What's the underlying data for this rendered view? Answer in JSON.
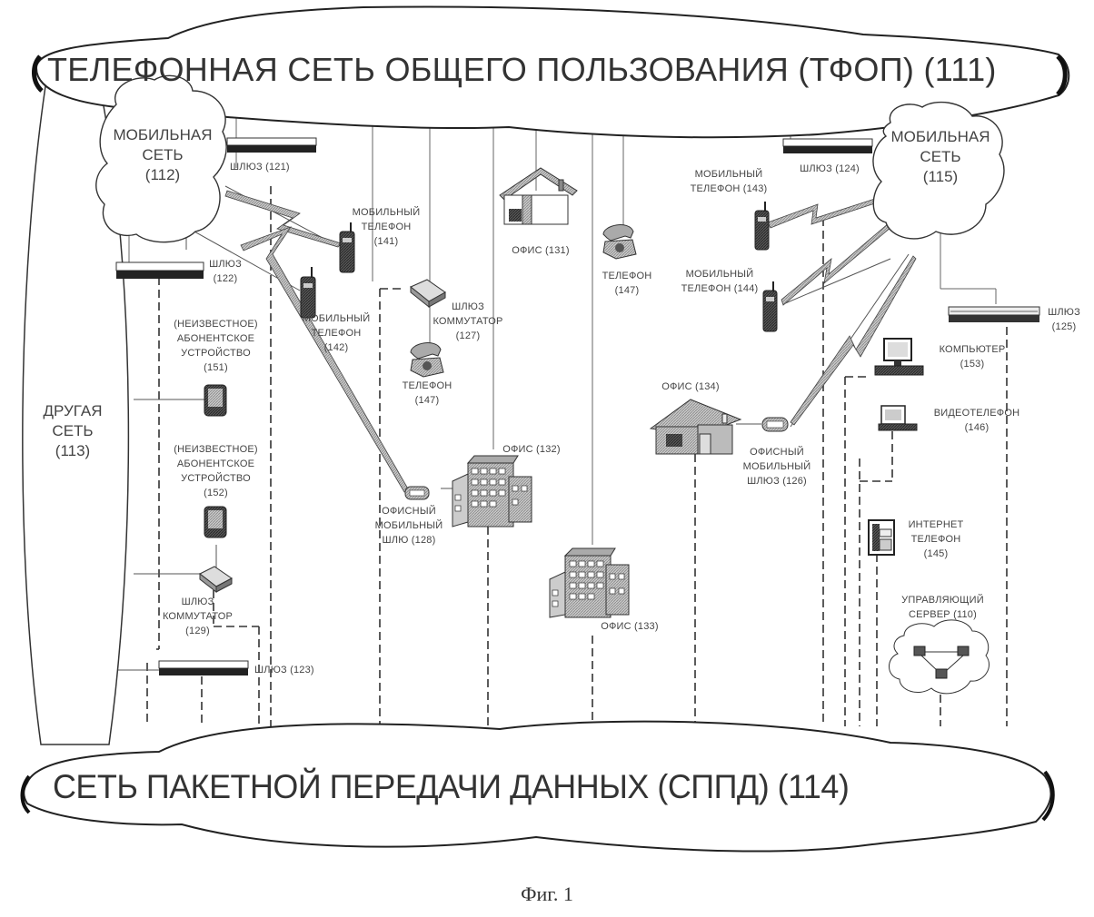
{
  "figure": {
    "caption": "Фиг. 1",
    "networks": {
      "pstn": "ТЕЛЕФОННАЯ СЕТЬ ОБЩЕГО ПОЛЬЗОВАНИЯ (ТФОП) (111)",
      "pdn": "СЕТЬ ПАКЕТНОЙ ПЕРЕДАЧИ ДАННЫХ (СППД) (114)",
      "mobile_112": "МОБИЛЬНАЯ\nСЕТЬ\n(112)",
      "mobile_115": "МОБИЛЬНАЯ\nСЕТЬ\n(115)",
      "other_113": "ДРУГАЯ\nСЕТЬ\n(113)"
    },
    "gateways": {
      "g121": "ШЛЮЗ (121)",
      "g122": "ШЛЮЗ\n(122)",
      "g123": "ШЛЮЗ (123)",
      "g124": "ШЛЮЗ (124)",
      "g125": "ШЛЮЗ\n(125)",
      "g126": "ОФИСНЫЙ\nМОБИЛЬНЫЙ\nШЛЮЗ (126)",
      "g127": "ШЛЮЗ\nКОММУТАТОР\n(127)",
      "g128": "ОФИСНЫЙ\nМОБИЛЬНЫЙ\nШЛЮ (128)",
      "g129": "ШЛЮЗ\nКОММУТАТОР\n(129)"
    },
    "offices": {
      "o131": "ОФИС (131)",
      "o132": "ОФИС (132)",
      "o133": "ОФИС (133)",
      "o134": "ОФИС (134)"
    },
    "devices": {
      "m141": "МОБИЛЬНЫЙ\nТЕЛЕФОН\n(141)",
      "m142": "МОБИЛЬНЫЙ\nТЕЛЕФОН\n(142)",
      "m143": "МОБИЛЬНЫЙ\nТЕЛЕФОН (143)",
      "m144": "МОБИЛЬНЫЙ\nТЕЛЕФОН (144)",
      "ip145": "ИНТЕРНЕТ\nТЕЛЕФОН\n(145)",
      "vp146": "ВИДЕОТЕЛЕФОН\n(146)",
      "t147a": "ТЕЛЕФОН\n(147)",
      "t147b": "ТЕЛЕФОН\n(147)",
      "u151": "(НЕИЗВЕСТНОЕ)\nАБОНЕНТСКОЕ\nУСТРОЙСТВО\n(151)",
      "u152": "(НЕИЗВЕСТНОЕ)\nАБОНЕНТСКОЕ\nУСТРОЙСТВО\n(152)",
      "pc153": "КОМПЬЮТЕР\n(153)",
      "srv110": "УПРАВЛЯЮЩИЙ\nСЕРВЕР (110)"
    }
  }
}
